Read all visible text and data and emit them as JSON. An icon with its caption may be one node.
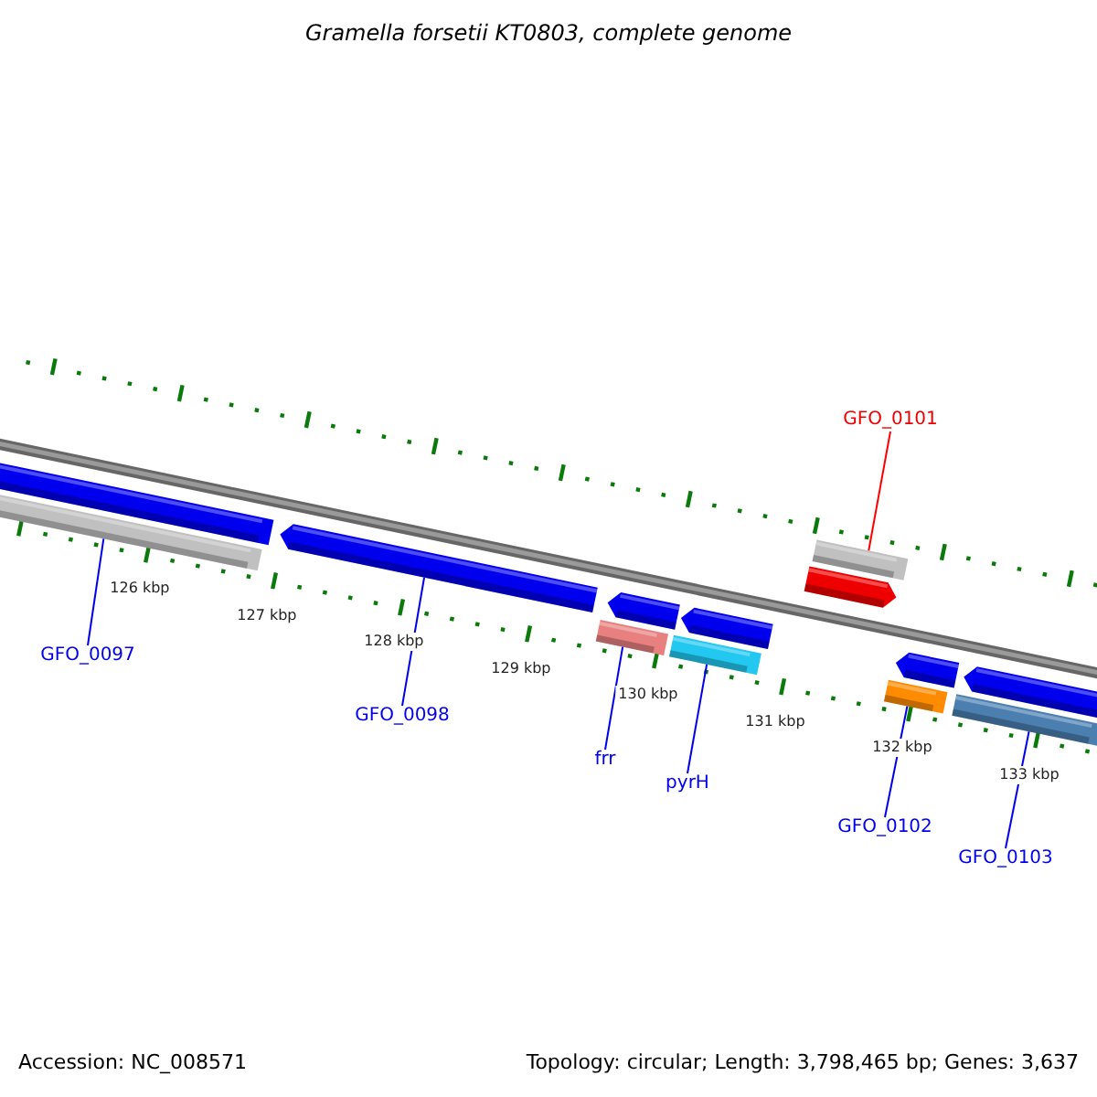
{
  "diagram": {
    "title": "Gramella forsetii KT0803, complete genome",
    "nodes": [
      {
        "text": [
          "GFO_0101"
        ]
      },
      {
        "text": [
          "GFO_0097"
        ]
      },
      {
        "text": [
          "GFO_0098"
        ]
      },
      {
        "text": [
          "frr"
        ]
      },
      {
        "text": [
          "pyrH"
        ]
      },
      {
        "text": [
          "GFO_0102"
        ]
      },
      {
        "text": [
          "GFO_0103"
        ]
      },
      {
        "text": [],
        "shape": "bar"
      },
      {
        "text": [],
        "shape": "bar"
      },
      {
        "text": [],
        "shape": "bar"
      },
      {
        "text": [],
        "shape": "bar"
      },
      {
        "text": [],
        "shape": "bar"
      },
      {
        "text": [],
        "shape": "bar"
      },
      {
        "text": [],
        "shape": "bar"
      }
    ],
    "edges": [
      {
        "from": 0,
        "to": 11,
        "arrow": "none",
        "color": "#ff0000"
      },
      {
        "from": 1,
        "to": 7,
        "arrow": "none"
      },
      {
        "from": 2,
        "to": 8,
        "arrow": "none"
      },
      {
        "from": 3,
        "to": 9,
        "arrow": "none"
      },
      {
        "from": 4,
        "to": 10,
        "arrow": "none"
      },
      {
        "from": 5,
        "to": 12,
        "arrow": "none"
      },
      {
        "from": 6,
        "to": 13,
        "arrow": "none"
      }
    ],
    "labels": [
      "126 kbp",
      "127 kbp",
      "128 kbp",
      "129 kbp",
      "130 kbp",
      "131 kbp",
      "132 kbp",
      "133 kbp",
      "Accession: NC_008571",
      "Topology: circular; Length: 3,798,465 bp; Genes: 3,637"
    ]
  }
}
